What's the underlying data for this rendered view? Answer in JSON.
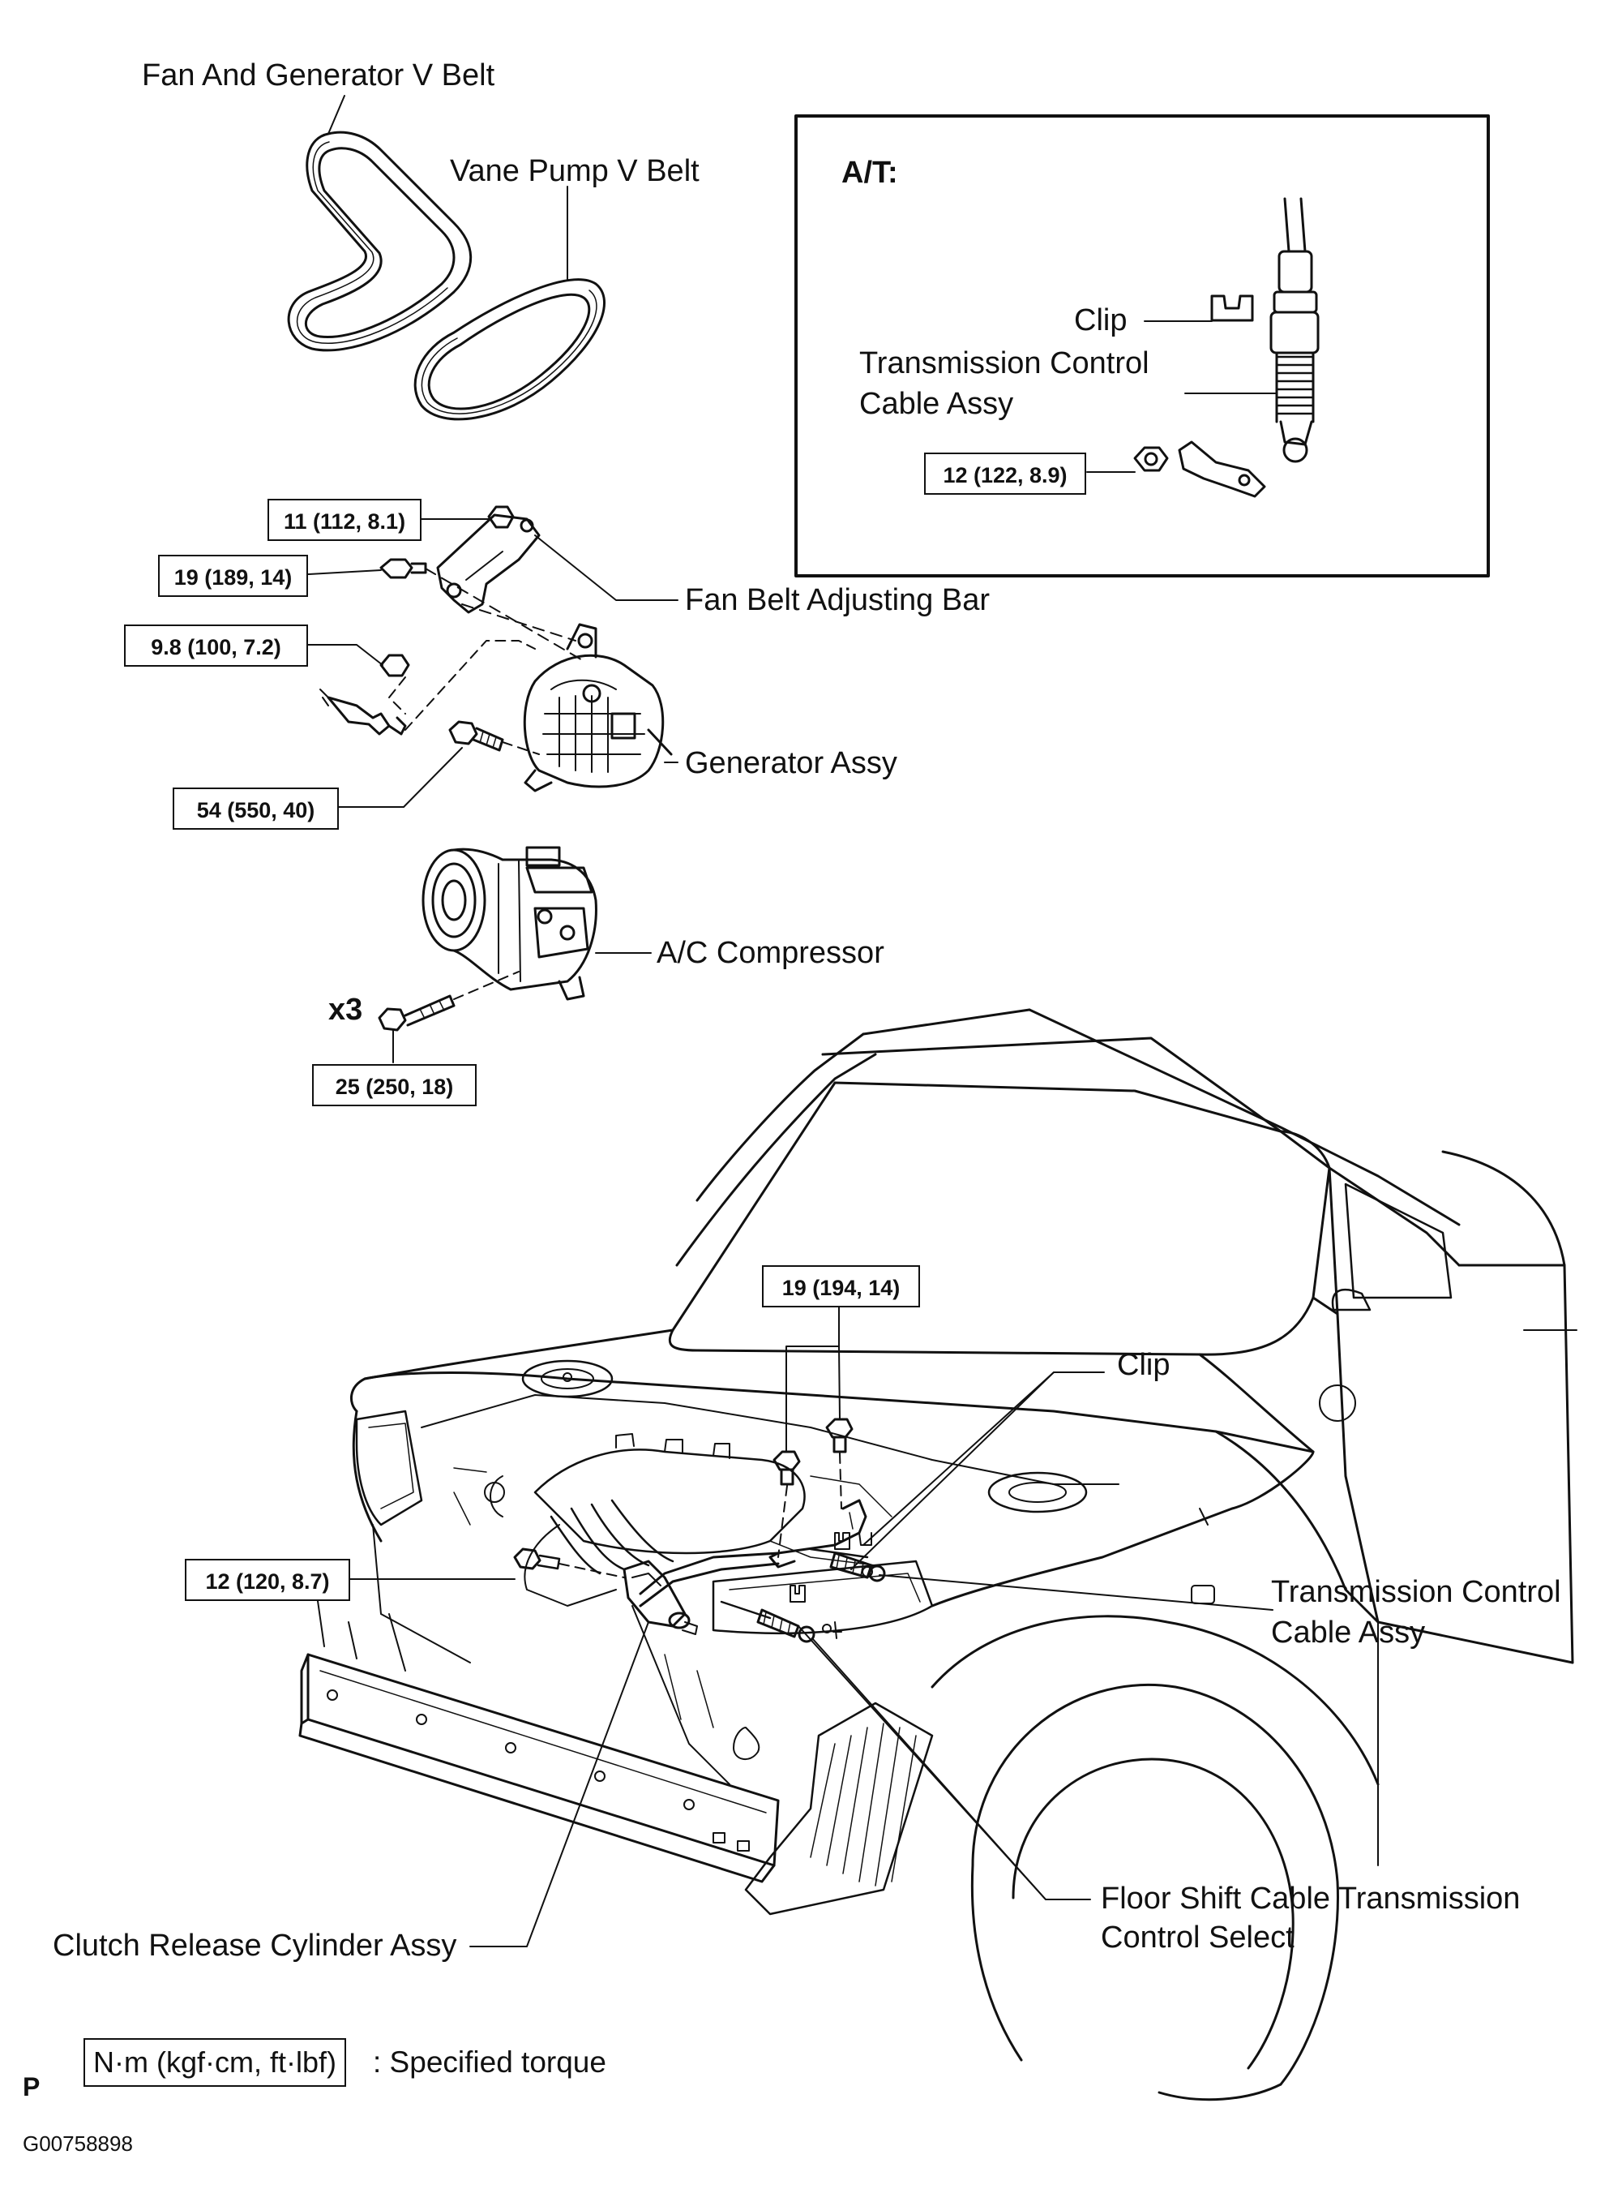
{
  "labels": {
    "fan_generator_belt": "Fan And Generator V Belt",
    "vane_pump_belt": "Vane Pump V Belt",
    "fan_belt_adjusting_bar": "Fan Belt Adjusting Bar",
    "generator_assy": "Generator Assy",
    "ac_compressor": "A/C Compressor",
    "x3": "x3",
    "clip": "Clip",
    "transmission_control_cable_line1": "Transmission Control",
    "transmission_control_cable_line2": "Cable Assy",
    "floor_shift_cable_line1": "Floor Shift Cable Transmission",
    "floor_shift_cable_line2": "Control Select",
    "clutch_release_cylinder": "Clutch Release Cylinder Assy"
  },
  "inset": {
    "title": "A/T:",
    "clip": "Clip",
    "cable_line1": "Transmission Control",
    "cable_line2": "Cable Assy",
    "torque": "12 (122, 8.9)"
  },
  "torques": {
    "adj_bar_nut": "11 (112, 8.1)",
    "adj_bar_bolt": "19 (189, 14)",
    "terminal_nut": "9.8 (100, 7.2)",
    "generator_bolt": "54 (550, 40)",
    "compressor_bolt": "25 (250, 18)",
    "cable_bracket_bolts": "19 (194, 14)",
    "cylinder_bolt": "12 (120, 8.7)"
  },
  "legend": {
    "unit_box": "N·m (kgf·cm, ft·lbf)",
    "text": ": Specified torque"
  },
  "footer": {
    "marker": "P",
    "code": "G00758898"
  }
}
